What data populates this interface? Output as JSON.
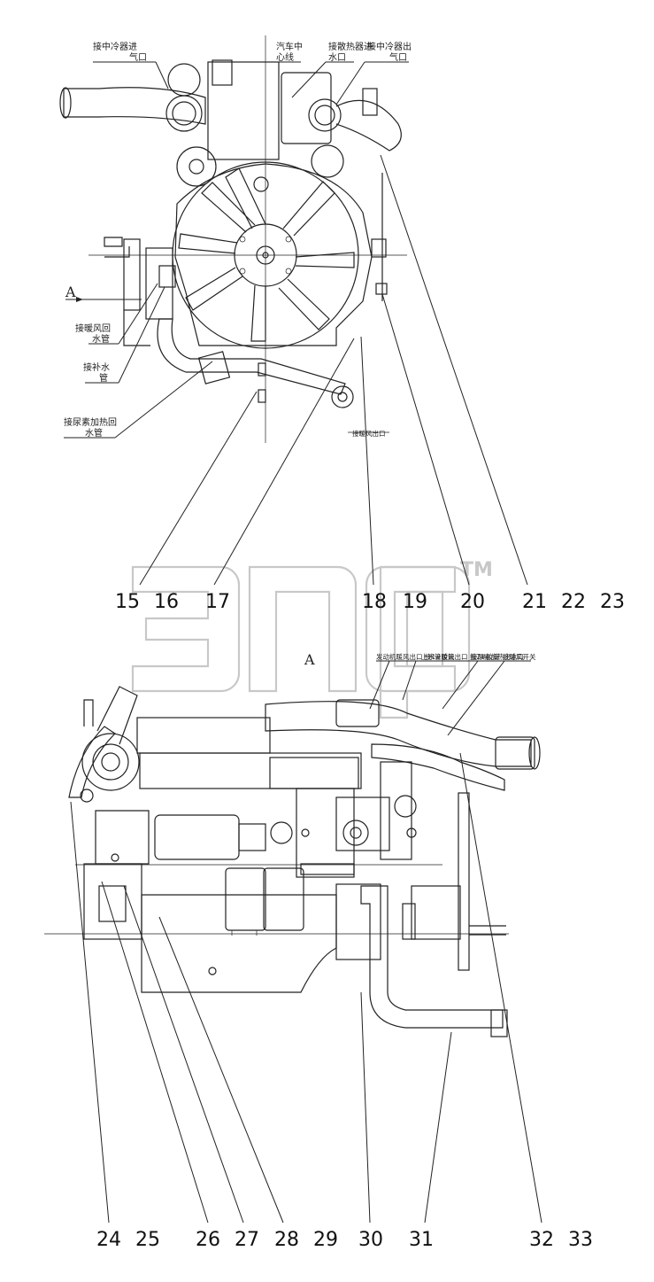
{
  "top_view_labels": {
    "intercooler_in_1": "接中冷器进",
    "intercooler_in_2": "气口",
    "vehicle_center_1": "汽车中",
    "vehicle_center_2": "心线",
    "radiator_in_1": "接散热器进",
    "radiator_in_2": "水口",
    "intercooler_out_1": "接中冷器出",
    "intercooler_out_2": "气口",
    "heater_return_1": "接暖风回",
    "heater_return_2": "水管",
    "makeup_water_1": "接补水",
    "makeup_water_2": "管",
    "urea_heat_1": "接尿素加热回",
    "urea_heat_2": "水管",
    "small_note": "接暖风出口",
    "view_a": "A"
  },
  "side_view_labels": {
    "view_a": "A",
    "note_1": "发动机暖风出口 接1#胶管",
    "note_2": "上水管暖风出口 接2#胶管",
    "note_3": "接尿素加热出水口",
    "note_4": "接暖风开关"
  },
  "callouts_top": [
    "15",
    "16",
    "17",
    "18",
    "19",
    "20",
    "21",
    "22",
    "23"
  ],
  "callouts_bottom": [
    "24",
    "25",
    "26",
    "27",
    "28",
    "29",
    "30",
    "31",
    "32",
    "33"
  ],
  "watermark": {
    "tm": "TM"
  }
}
